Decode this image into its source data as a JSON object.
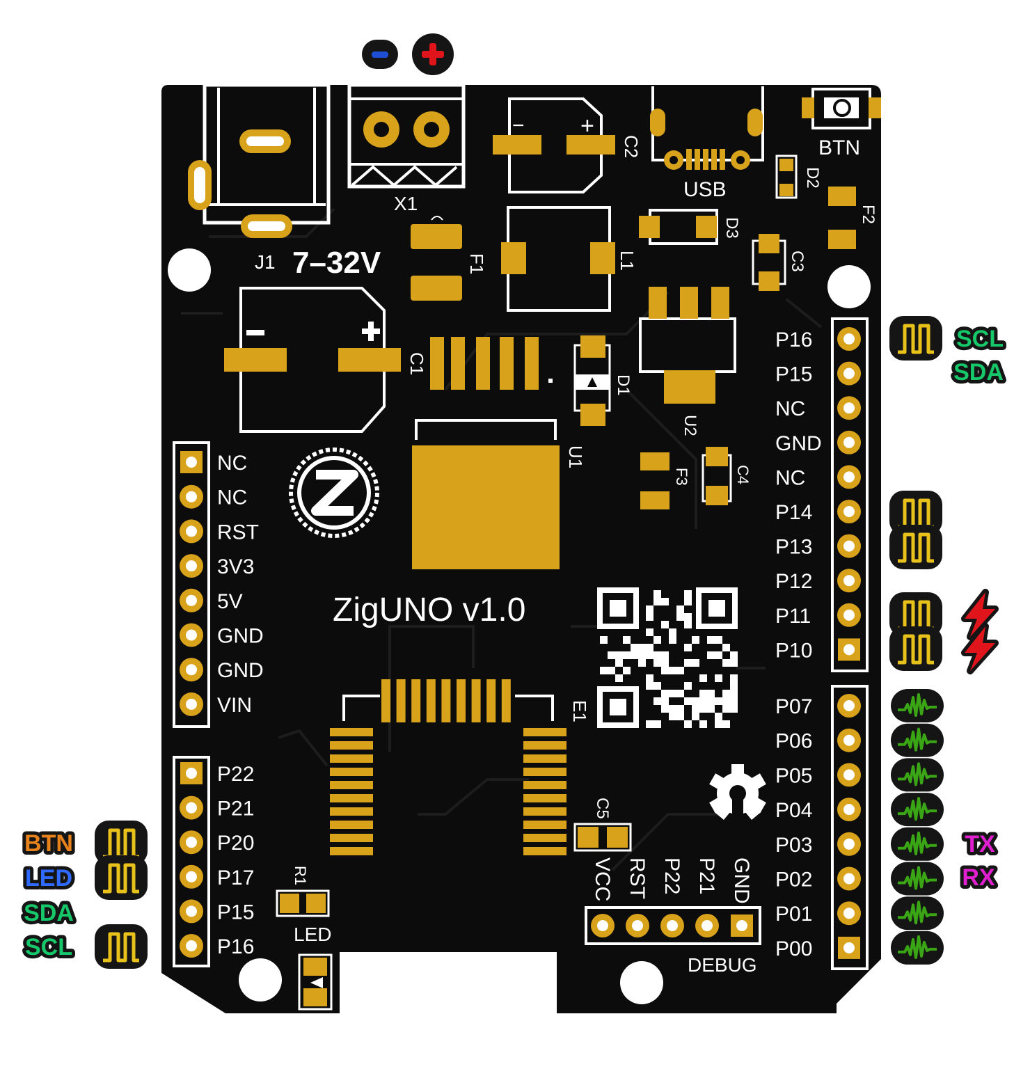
{
  "power_terminal": {
    "minus_symbol": "−",
    "plus_symbol": "+",
    "minus_color": "#1f4fd6",
    "plus_color": "#e0141b"
  },
  "board": {
    "name": "ZigUNO v1.0",
    "voltage": "7–32V",
    "connectors": {
      "j1": "J1",
      "x1": "X1",
      "usb": "USB",
      "btn": "BTN",
      "led": "LED",
      "debug": "DEBUG"
    },
    "components": {
      "c1": "C1",
      "c2": "C2",
      "c3": "C3",
      "c4": "C4",
      "c5": "C5",
      "d1": "D1",
      "d2": "D2",
      "d3": "D3",
      "f1": "F1",
      "f2": "F2",
      "f3": "F3",
      "l1": "L1",
      "u1": "U1",
      "u2": "U2",
      "e1": "E1",
      "r1": "R1"
    },
    "colors": {
      "pcb": "#0c0c0c",
      "copper": "#d9a21b",
      "silkscreen": "#ffffff"
    }
  },
  "left_header_power": [
    "NC",
    "NC",
    "RST",
    "3V3",
    "5V",
    "GND",
    "GND",
    "VIN"
  ],
  "left_header_io": [
    "P22",
    "P21",
    "P20",
    "P17",
    "P15",
    "P16"
  ],
  "left_annotations": [
    {
      "label": "BTN",
      "color": "#e8821c",
      "pwm": true
    },
    {
      "label": "LED",
      "color": "#2f6bff",
      "pwm": true
    },
    {
      "label": "SDA",
      "color": "#16c86a",
      "pwm": false
    },
    {
      "label": "SCL",
      "color": "#16c86a",
      "pwm": true
    }
  ],
  "right_header_top": [
    "P16",
    "P15",
    "NC",
    "GND",
    "NC",
    "P14",
    "P13",
    "P12",
    "P11",
    "P10"
  ],
  "right_header_bottom": [
    "P07",
    "P06",
    "P05",
    "P04",
    "P03",
    "P02",
    "P01",
    "P00"
  ],
  "right_annotations": {
    "top": [
      {
        "label": "SCL",
        "color": "#16c86a"
      },
      {
        "label": "SDA",
        "color": "#16c86a"
      }
    ],
    "uart": [
      {
        "label": "TX",
        "color": "#e020d0"
      },
      {
        "label": "RX",
        "color": "#e020d0"
      }
    ]
  },
  "debug_header": [
    "VCC",
    "RST",
    "P22",
    "P21",
    "GND"
  ],
  "icons": {
    "pwm": "pwm-square-wave-icon",
    "analog": "analog-waveform-icon",
    "interrupt": "lightning-bolt-icon",
    "logo": "z-logo-icon",
    "qr": "qr-code-icon",
    "oshw": "open-hardware-gear-icon",
    "pwm_color": "#e8c21a",
    "analog_color": "#3aa515",
    "interrupt_color": "#e0141b"
  }
}
